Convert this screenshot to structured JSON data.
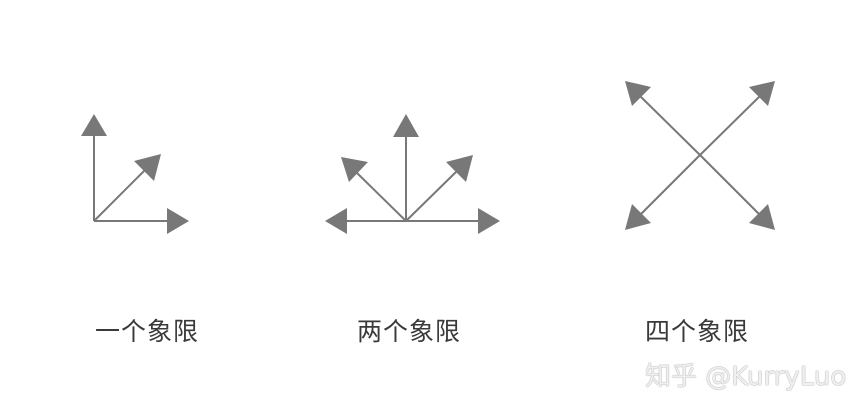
{
  "labels": {
    "one_quadrant": "一个象限",
    "two_quadrants": "两个象限",
    "four_quadrants": "四个象限"
  },
  "watermark": "知乎 @KurryLuo",
  "colors": {
    "arrow": "#787878",
    "label": "#3a3a3a",
    "background": "#ffffff"
  }
}
